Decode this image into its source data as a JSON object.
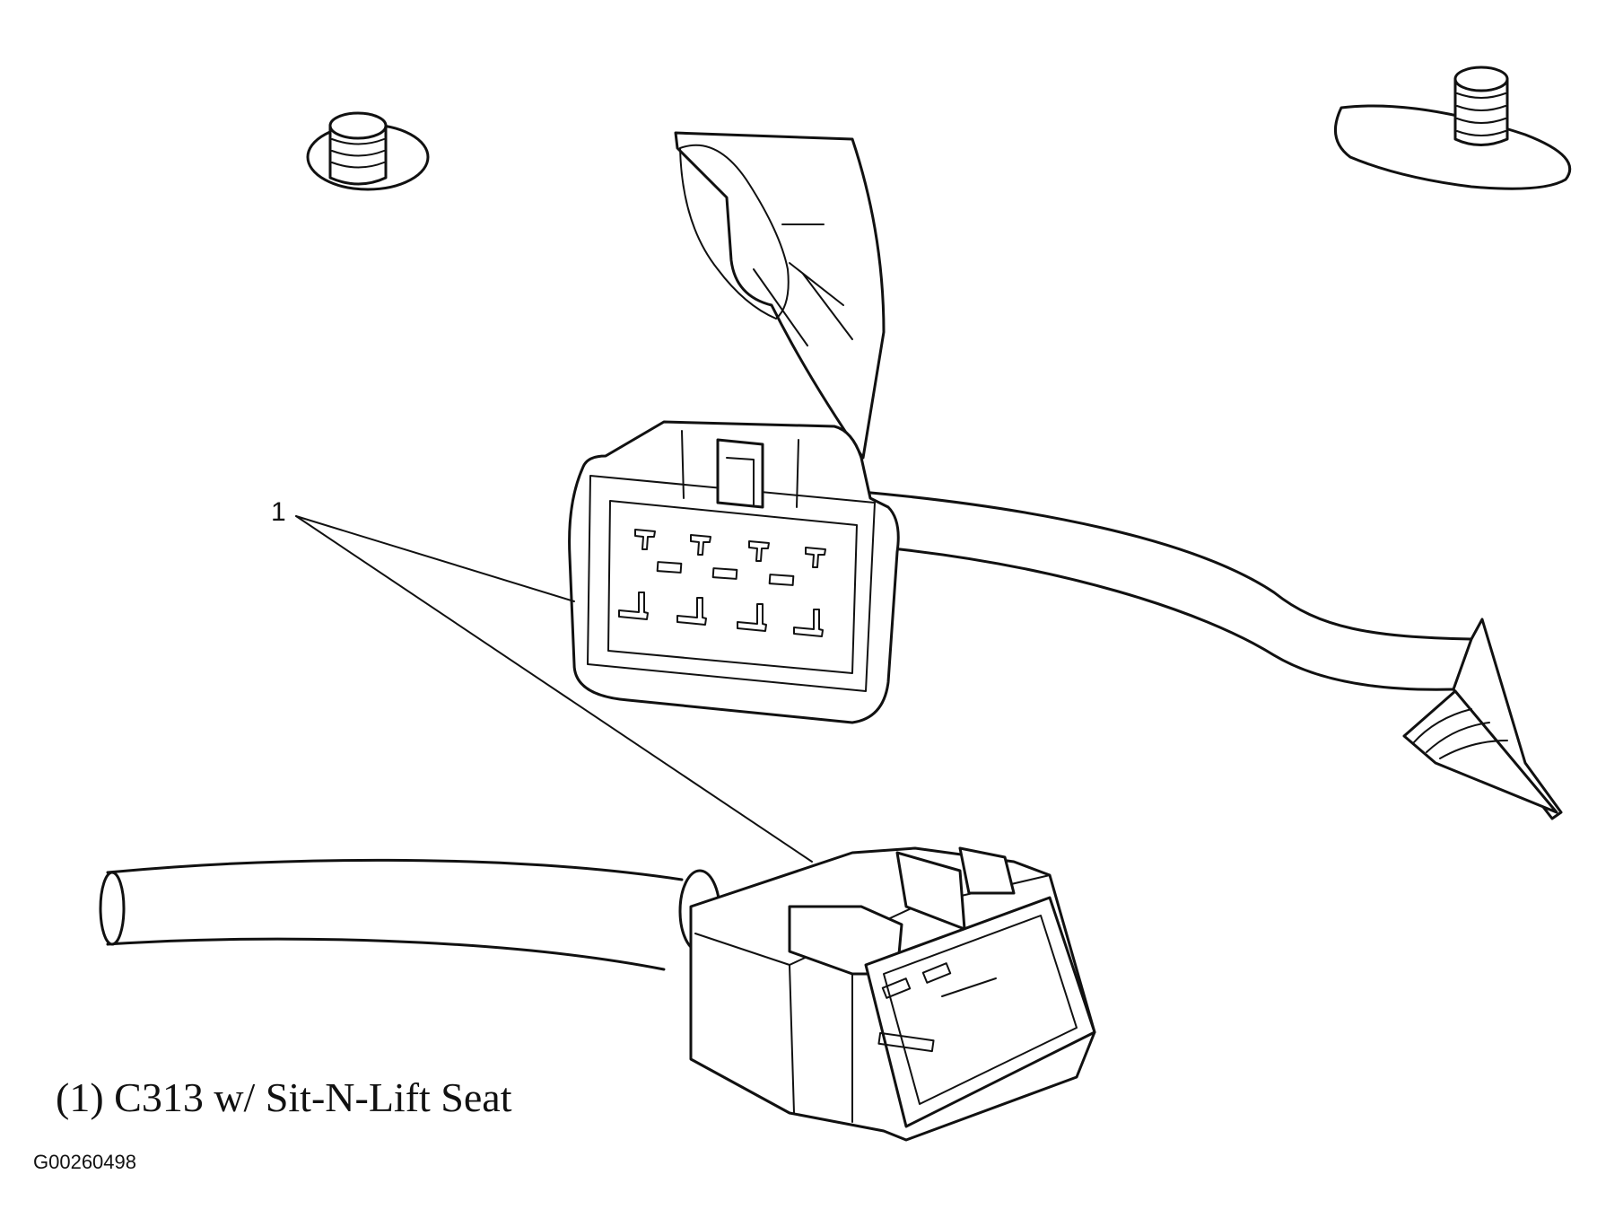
{
  "diagram": {
    "callout_number": "1",
    "caption": "(1) C313 w/ Sit-N-Lift Seat",
    "figure_id": "G00260498"
  }
}
